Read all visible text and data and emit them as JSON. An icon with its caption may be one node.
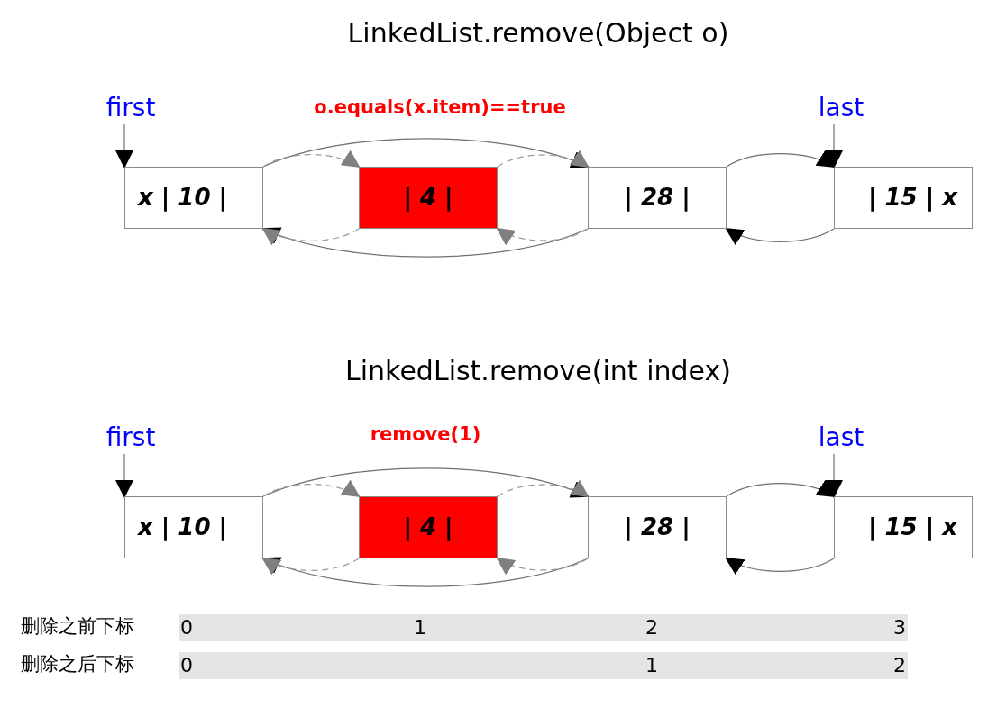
{
  "diagram": {
    "nodes": [
      {
        "text": [
          "first"
        ]
      },
      {
        "text": [
          "last"
        ]
      },
      {
        "text": [
          "x | 10 |"
        ]
      },
      {
        "text": [
          "| 4 |"
        ]
      },
      {
        "text": [
          "| 28 |"
        ]
      },
      {
        "text": [
          "| 15 | x"
        ]
      },
      {
        "text": [
          "first"
        ]
      },
      {
        "text": [
          "last"
        ]
      },
      {
        "text": [
          "x | 10 |"
        ]
      },
      {
        "text": [
          "| 4 |"
        ]
      },
      {
        "text": [
          "| 28 |"
        ]
      },
      {
        "text": [
          "| 15 | x"
        ]
      }
    ],
    "edges": [
      {
        "from": 0,
        "to": 2,
        "arrow": "to"
      },
      {
        "from": 1,
        "to": 5,
        "arrow": "to"
      },
      {
        "from": 2,
        "to": 4,
        "arrow": "to"
      },
      {
        "from": 4,
        "to": 2,
        "arrow": "to"
      },
      {
        "from": 4,
        "to": 5,
        "arrow": "to"
      },
      {
        "from": 5,
        "to": 4,
        "arrow": "to"
      },
      {
        "from": 2,
        "to": 3,
        "arrow": "to",
        "style": "dashed",
        "color": "#999999"
      },
      {
        "from": 3,
        "to": 4,
        "arrow": "to",
        "style": "dashed",
        "color": "#999999"
      },
      {
        "from": 4,
        "to": 3,
        "arrow": "to",
        "style": "dashed",
        "color": "#999999"
      },
      {
        "from": 3,
        "to": 2,
        "arrow": "to",
        "style": "dashed",
        "color": "#999999"
      },
      {
        "from": 6,
        "to": 8,
        "arrow": "to"
      },
      {
        "from": 7,
        "to": 11,
        "arrow": "to"
      },
      {
        "from": 8,
        "to": 10,
        "arrow": "to"
      },
      {
        "from": 10,
        "to": 8,
        "arrow": "to"
      },
      {
        "from": 10,
        "to": 11,
        "arrow": "to"
      },
      {
        "from": 11,
        "to": 10,
        "arrow": "to"
      },
      {
        "from": 8,
        "to": 9,
        "arrow": "to",
        "style": "dashed",
        "color": "#999999"
      },
      {
        "from": 9,
        "to": 10,
        "arrow": "to",
        "style": "dashed",
        "color": "#999999"
      },
      {
        "from": 10,
        "to": 9,
        "arrow": "to",
        "style": "dashed",
        "color": "#999999"
      },
      {
        "from": 9,
        "to": 8,
        "arrow": "to",
        "style": "dashed",
        "color": "#999999"
      }
    ],
    "labels": [
      "LinkedList.remove(Object o)",
      "o.equals(x.item)==true",
      "LinkedList.remove(int index)",
      "remove(1)",
      "删除之前下标",
      "0",
      "1",
      "2",
      "3",
      "删除之后下标",
      "0",
      "1",
      "2"
    ]
  }
}
